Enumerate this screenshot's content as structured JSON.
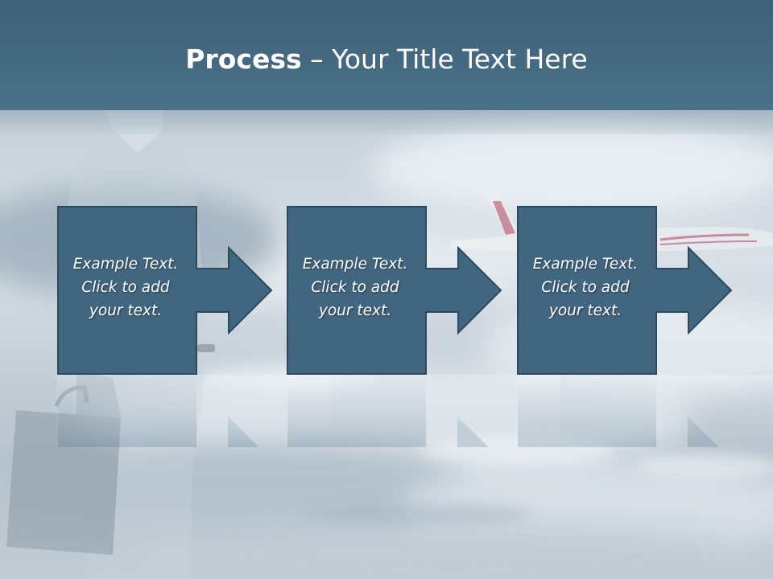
{
  "slide": {
    "title_bold": "Process",
    "title_rest": " – Your Title Text Here",
    "steps": [
      {
        "line1": "Example Text.",
        "line2": "Click  to add",
        "line3": "your text."
      },
      {
        "line1": "Example Text.",
        "line2": "Click  to add",
        "line3": "your text."
      },
      {
        "line1": "Example Text.",
        "line2": "Click  to add",
        "line3": "your text."
      }
    ],
    "colors": {
      "header": "#416680",
      "step_fill": "#416680",
      "step_border": "#2c4a5e",
      "title_text": "#ffffff"
    },
    "icons": [
      "right-arrow-icon"
    ]
  }
}
